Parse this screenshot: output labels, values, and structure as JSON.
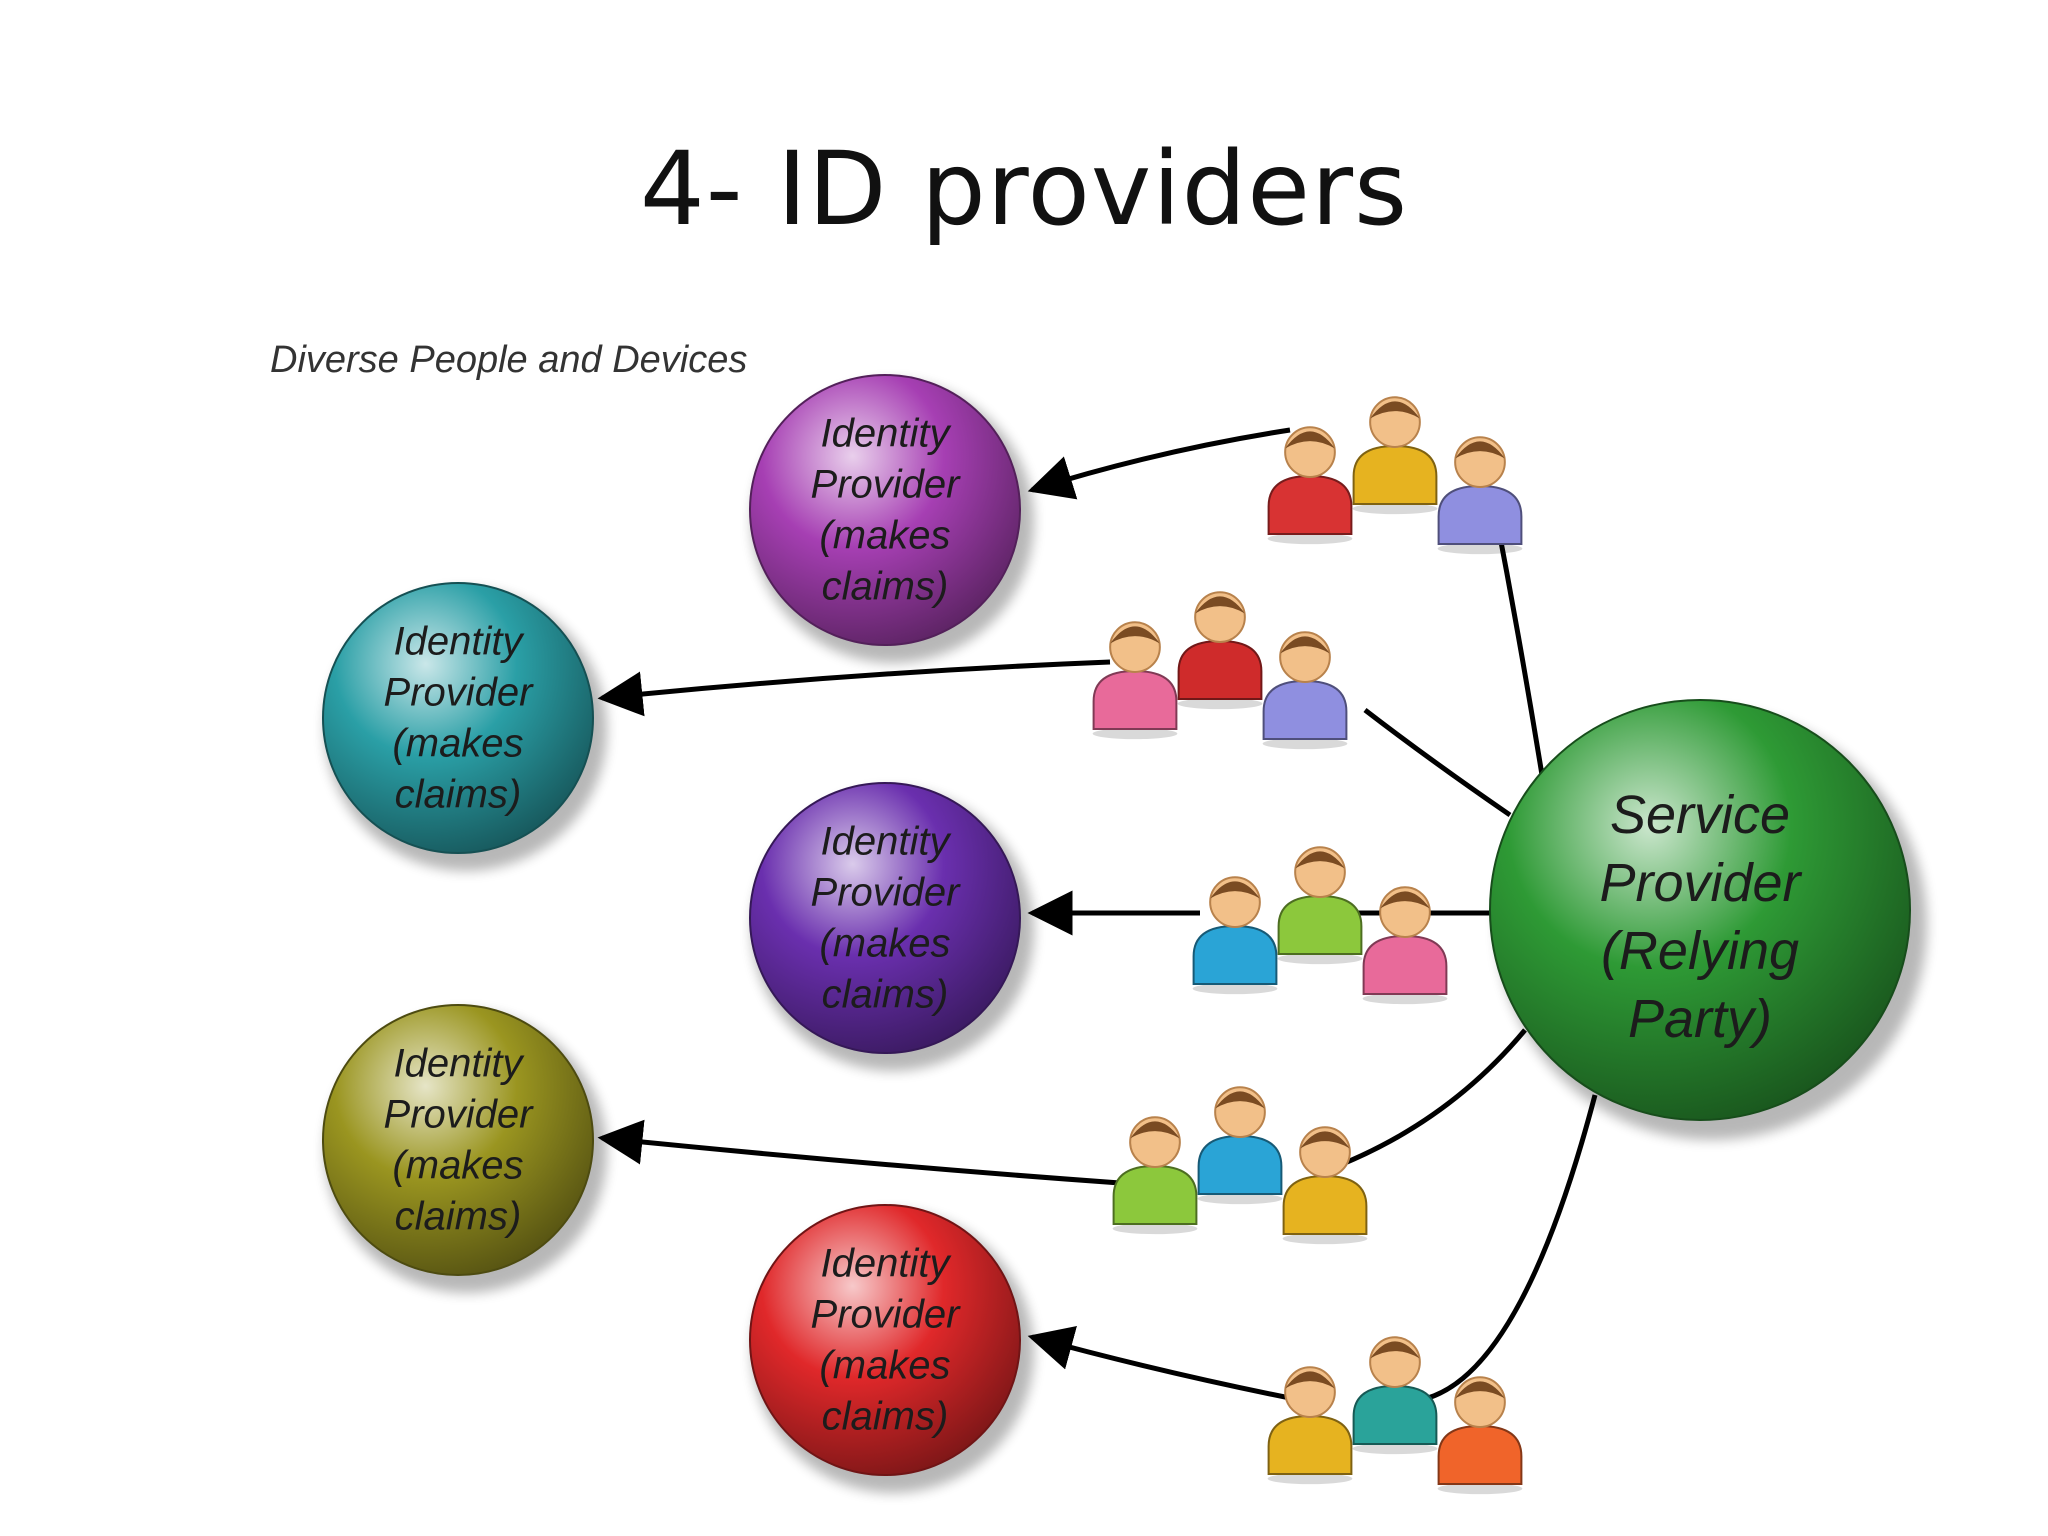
{
  "slide": {
    "title": "4- ID providers"
  },
  "diagram": {
    "caption": "Diverse People and Devices",
    "service_provider": {
      "lines": [
        "Service",
        "Provider",
        "(Relying",
        "Party)"
      ],
      "color": "#2e9a35"
    },
    "identity_providers": [
      {
        "lines": [
          "Identity",
          "Provider",
          "(makes",
          "claims)"
        ],
        "color": "#a63fb3"
      },
      {
        "lines": [
          "Identity",
          "Provider",
          "(makes",
          "claims)"
        ],
        "color": "#2a9fa6"
      },
      {
        "lines": [
          "Identity",
          "Provider",
          "(makes",
          "claims)"
        ],
        "color": "#6a2fae"
      },
      {
        "lines": [
          "Identity",
          "Provider",
          "(makes",
          "claims)"
        ],
        "color": "#9a9520"
      },
      {
        "lines": [
          "Identity",
          "Provider",
          "(makes",
          "claims)"
        ],
        "color": "#e0282a"
      }
    ],
    "user_groups": [
      {
        "shirts": [
          "#d83333",
          "#e6b320",
          "#8f8fe0"
        ]
      },
      {
        "shirts": [
          "#e86a9a",
          "#cf2b2b",
          "#8f8fe0"
        ]
      },
      {
        "shirts": [
          "#2aa4d6",
          "#8cc83c",
          "#e86a9a"
        ]
      },
      {
        "shirts": [
          "#8cc83c",
          "#2aa4d6",
          "#e6b320"
        ]
      },
      {
        "shirts": [
          "#e6b320",
          "#2aa39a",
          "#f0642a"
        ]
      }
    ]
  }
}
